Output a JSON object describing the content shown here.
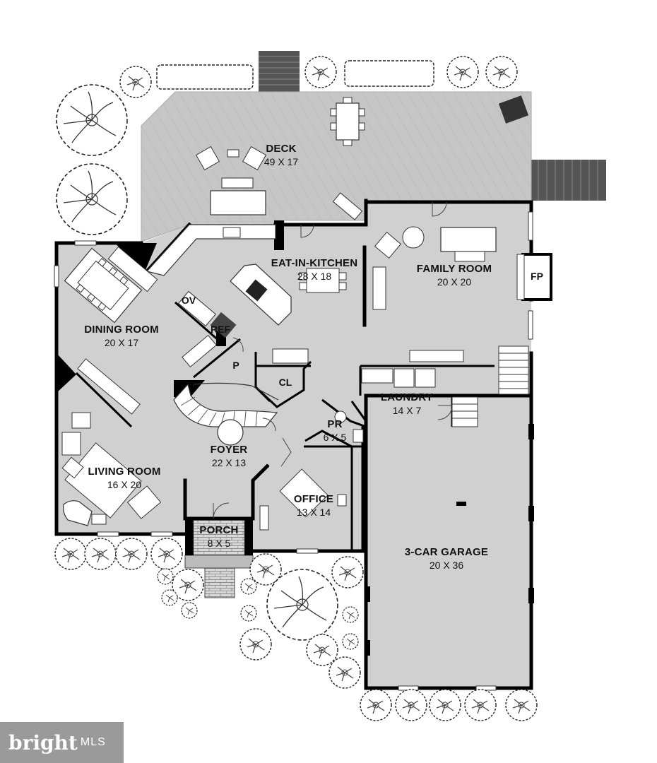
{
  "rooms": {
    "deck": {
      "name": "DECK",
      "dims": "49 X 17"
    },
    "kitchen": {
      "name": "EAT-IN-KITCHEN",
      "dims": "28 X 18"
    },
    "family": {
      "name": "FAMILY ROOM",
      "dims": "20 X 20"
    },
    "dining": {
      "name": "DINING ROOM",
      "dims": "20 X 17"
    },
    "laundry": {
      "name": "LAUNDRY",
      "dims": "14 X 7"
    },
    "powder": {
      "name": "PR",
      "dims": "6 X 5"
    },
    "foyer": {
      "name": "FOYER",
      "dims": "22 X 13"
    },
    "living": {
      "name": "LIVING ROOM",
      "dims": "16 X 20"
    },
    "office": {
      "name": "OFFICE",
      "dims": "13 X 14"
    },
    "porch": {
      "name": "PORCH",
      "dims": "8 X 5"
    },
    "garage": {
      "name": "3-CAR GARAGE",
      "dims": "20 X 36"
    }
  },
  "tags": {
    "fireplace": "FP",
    "oven": "OV",
    "refrigerator": "REF",
    "pantry": "P",
    "closet": "CL"
  },
  "watermark": {
    "brand": "bright",
    "suffix": "MLS"
  },
  "colors": {
    "floor": "#cfcfcf",
    "deck": "#c4c4c4",
    "wall": "#000000",
    "shrub": "#ffffff"
  }
}
